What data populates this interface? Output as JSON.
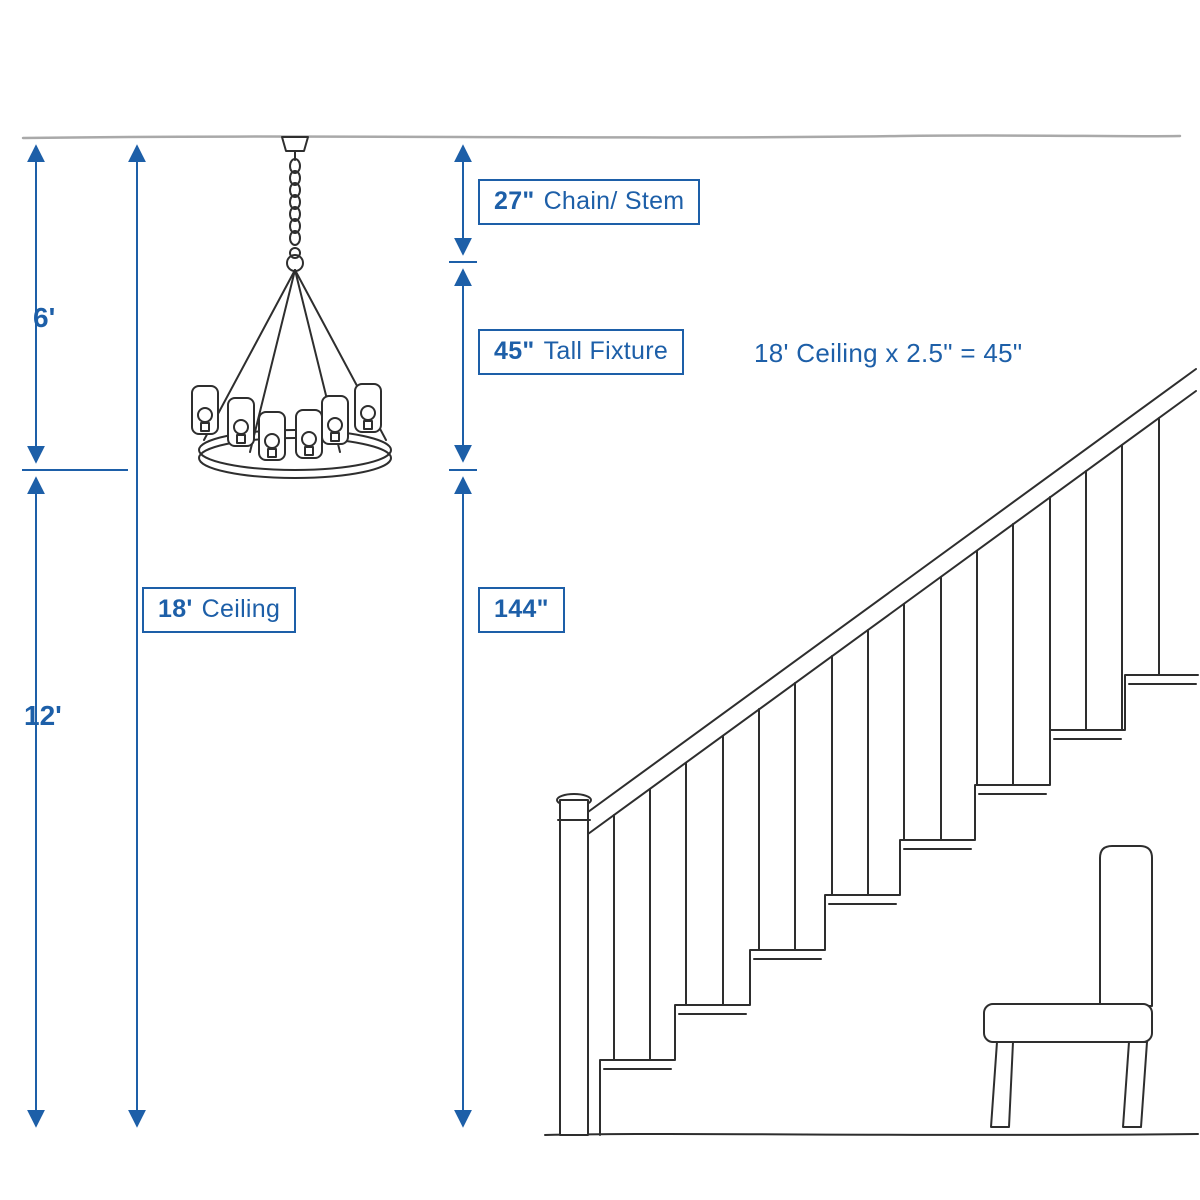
{
  "colors": {
    "accent": "#1d5fa8",
    "sketch_dark": "#2e2e2e",
    "sketch_light": "#a9a9a9",
    "background": "#ffffff"
  },
  "diagram": {
    "dims": {
      "upper_left_height": {
        "value": "6'"
      },
      "lower_left_height": {
        "value": "12'"
      },
      "chain": {
        "value": "27\"",
        "label": "Chain/ Stem"
      },
      "fixture": {
        "value": "45\"",
        "label": "Tall Fixture"
      },
      "ceiling": {
        "value": "18'",
        "label": "Ceiling"
      },
      "floor_to_fixture": {
        "value": "144\""
      },
      "formula": "18' Ceiling x 2.5\" = 45\""
    }
  }
}
